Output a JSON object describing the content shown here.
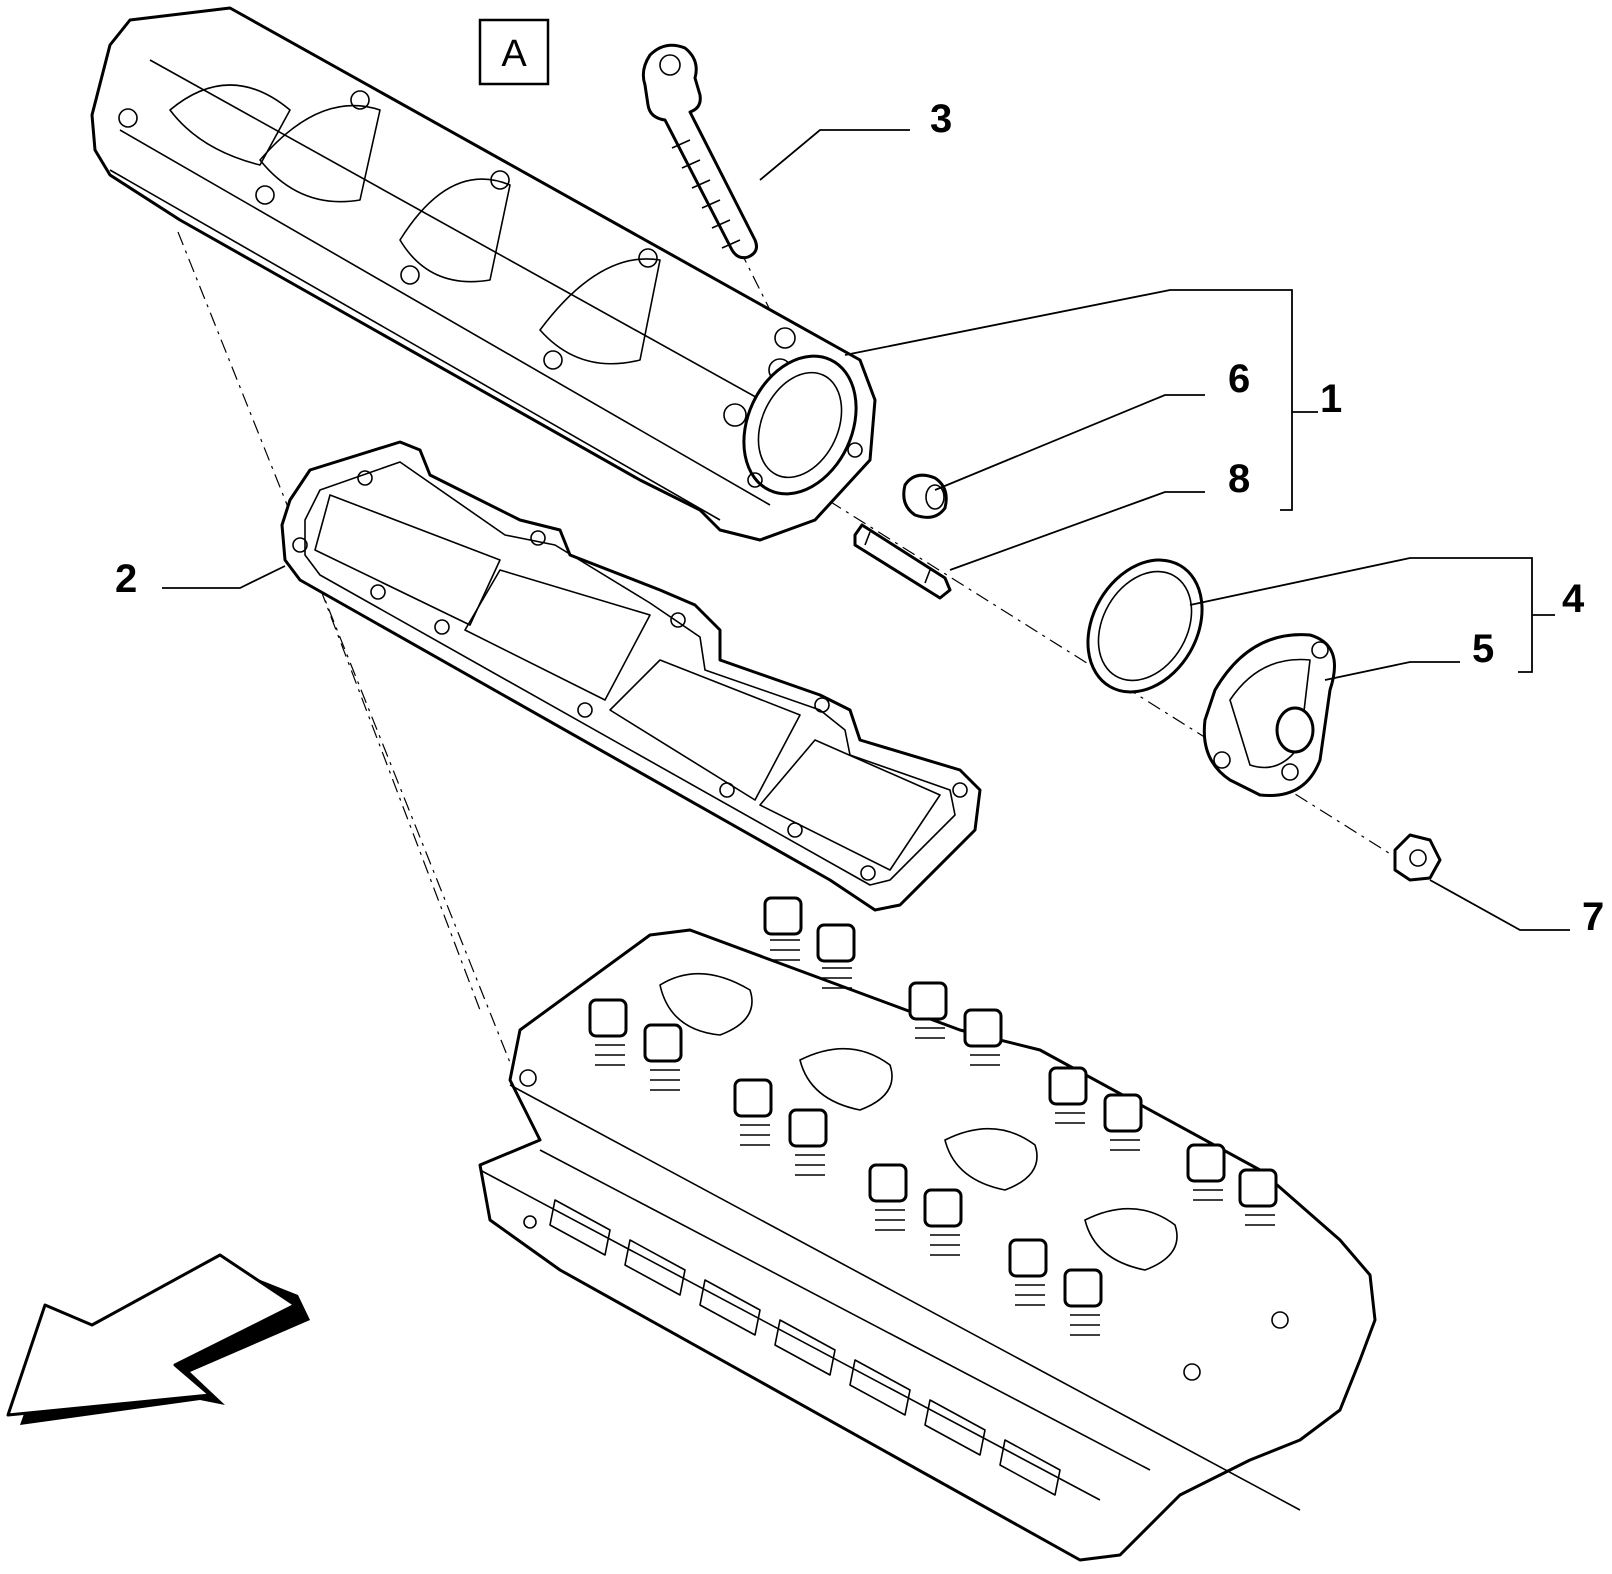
{
  "view_label": "A",
  "callouts": {
    "c1": "1",
    "c2": "2",
    "c3": "3",
    "c4": "4",
    "c5": "5",
    "c6": "6",
    "c7": "7",
    "c8": "8"
  },
  "icons": {
    "direction_arrow": "arrow-down-left-icon"
  }
}
